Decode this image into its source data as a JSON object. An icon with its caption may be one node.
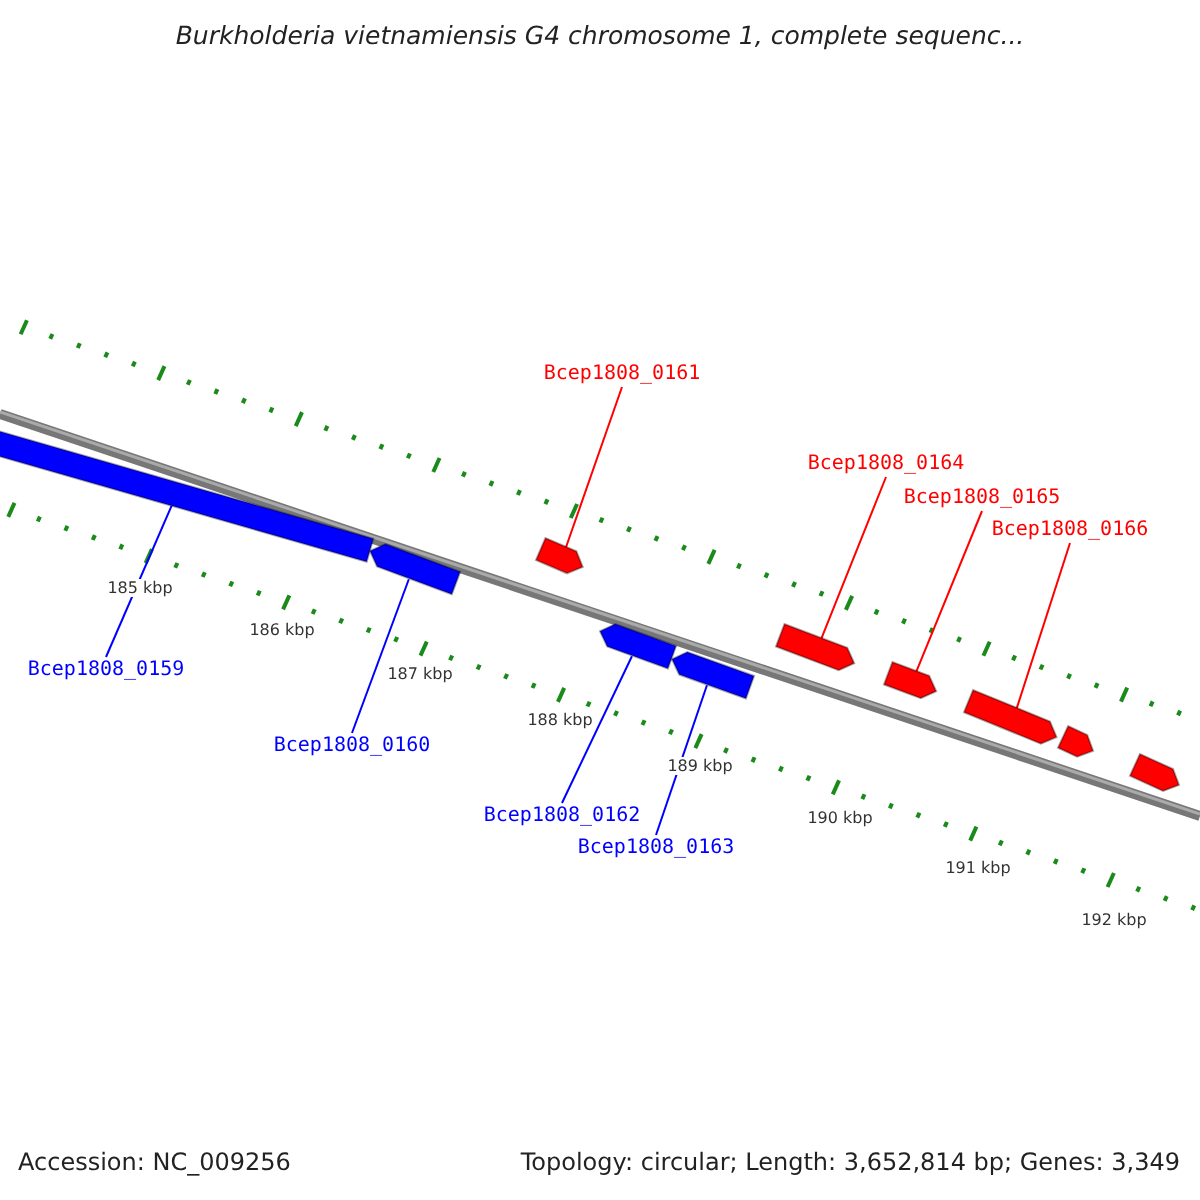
{
  "diagram": {
    "title": "Burkholderia vietnamiensis G4 chromosome 1, complete sequenc...",
    "nodes": [
      {
        "text": [
          "Bcep1808_0161"
        ]
      },
      {
        "text": [
          "Bcep1808_0164"
        ]
      },
      {
        "text": [
          "Bcep1808_0165"
        ]
      },
      {
        "text": [
          "Bcep1808_0166"
        ]
      },
      {
        "text": [
          "Bcep1808_0159"
        ]
      },
      {
        "text": [
          "Bcep1808_0160"
        ]
      },
      {
        "text": [
          "Bcep1808_0162"
        ]
      },
      {
        "text": [
          "Bcep1808_0163"
        ]
      },
      {
        "text": [],
        "shape": "bar"
      },
      {
        "text": [],
        "shape": "bar"
      },
      {
        "text": [],
        "shape": "bar"
      },
      {
        "text": [],
        "shape": "bar"
      },
      {
        "text": [],
        "shape": "bar"
      },
      {
        "text": [],
        "shape": "bar"
      },
      {
        "text": [],
        "shape": "bar"
      },
      {
        "text": [],
        "shape": "bar"
      },
      {
        "text": [],
        "shape": "bar"
      },
      {
        "text": [],
        "shape": "bar"
      }
    ],
    "edges": [
      {
        "from": 0,
        "to": 10,
        "arrow": "none",
        "color": "#ff0000"
      },
      {
        "from": 1,
        "to": 13,
        "arrow": "none",
        "color": "#ff0000"
      },
      {
        "from": 2,
        "to": 14,
        "arrow": "none",
        "color": "#ff0000"
      },
      {
        "from": 3,
        "to": 15,
        "arrow": "none",
        "color": "#ff0000"
      },
      {
        "from": 4,
        "to": 8,
        "arrow": "none",
        "color": "#0000ff"
      },
      {
        "from": 5,
        "to": 9,
        "arrow": "none",
        "color": "#0000ff"
      },
      {
        "from": 6,
        "to": 11,
        "arrow": "none",
        "color": "#0000ff"
      },
      {
        "from": 7,
        "to": 12,
        "arrow": "none",
        "color": "#0000ff"
      }
    ],
    "labels": [
      "185 kbp",
      "186 kbp",
      "187 kbp",
      "188 kbp",
      "189 kbp",
      "190 kbp",
      "191 kbp",
      "192 kbp",
      "Accession: NC_009256",
      "Topology: circular; Length: 3,652,814 bp; Genes: 3,349"
    ]
  }
}
